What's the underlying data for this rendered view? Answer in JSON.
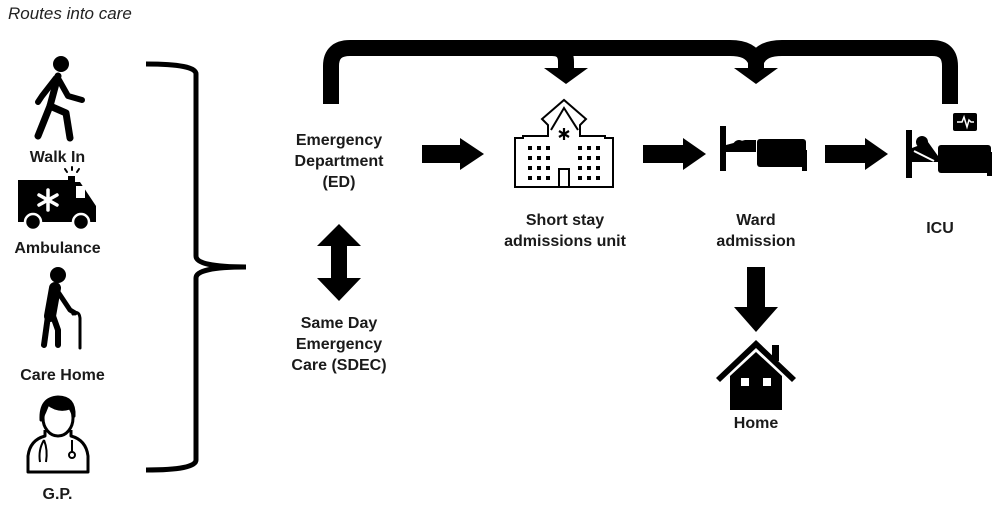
{
  "title": "Routes into care",
  "routes": [
    {
      "label": "Walk In",
      "icon": "walking-person-icon"
    },
    {
      "label": "Ambulance",
      "icon": "ambulance-icon"
    },
    {
      "label": "Care Home",
      "icon": "elderly-person-with-cane-icon"
    },
    {
      "label": "G.P.",
      "icon": "doctor-with-stethoscope-icon"
    }
  ],
  "nodes": {
    "ed": {
      "line1": "Emergency",
      "line2": "Department",
      "line3": "(ED)"
    },
    "sdec": {
      "line1": "Same Day",
      "line2": "Emergency",
      "line3": "Care (SDEC)"
    },
    "short_stay": {
      "line1": "Short stay",
      "line2": "admissions unit",
      "icon": "hospital-building-icon"
    },
    "ward": {
      "line1": "Ward",
      "line2": "admission",
      "icon": "hospital-bed-icon"
    },
    "icu": {
      "line1": "ICU",
      "icon": "icu-bed-with-monitor-icon"
    },
    "home": {
      "line1": "Home",
      "icon": "house-icon"
    }
  },
  "flows": [
    {
      "from": "Routes into care",
      "to": "Emergency Department (ED)"
    },
    {
      "from": "Emergency Department (ED)",
      "to": "Same Day Emergency Care (SDEC)",
      "bidirectional": true
    },
    {
      "from": "Emergency Department (ED)",
      "to": "Short stay admissions unit"
    },
    {
      "from": "Short stay admissions unit",
      "to": "Ward admission"
    },
    {
      "from": "Ward admission",
      "to": "ICU"
    },
    {
      "from": "Ward admission",
      "to": "Home"
    },
    {
      "from": "Emergency Department (ED)",
      "to": "Short stay admissions unit",
      "via": "top connector"
    },
    {
      "from": "Emergency Department (ED)",
      "to": "Ward admission",
      "via": "top connector"
    },
    {
      "from": "ICU",
      "to": "Ward admission",
      "via": "top connector"
    }
  ]
}
